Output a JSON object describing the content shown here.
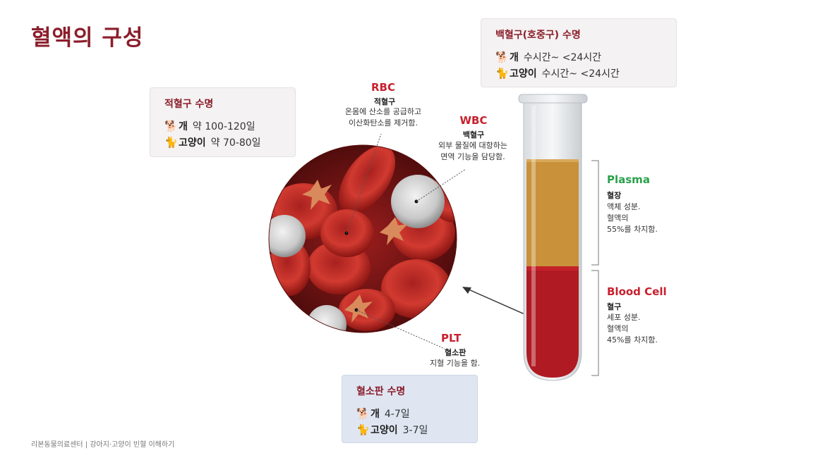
{
  "title": "혈액의 구성",
  "wbc_lifespan": {
    "title": "백혈구(호중구) 수명",
    "rows": [
      {
        "icon": "dog-icon",
        "species": "개",
        "value": "수시간~  <24시간"
      },
      {
        "icon": "cat-icon",
        "species": "고양이",
        "value": "수시간~  <24시간"
      }
    ]
  },
  "rbc_lifespan": {
    "title": "적혈구 수명",
    "rows": [
      {
        "icon": "dog-icon",
        "species": "개",
        "value": "약 100-120일"
      },
      {
        "icon": "cat-icon",
        "species": "고양이",
        "value": "약 70-80일"
      }
    ]
  },
  "plt_lifespan": {
    "title": "혈소판 수명",
    "rows": [
      {
        "icon": "dog-icon",
        "species": "개",
        "value": "4-7일"
      },
      {
        "icon": "cat-icon",
        "species": "고양이",
        "value": "3-7일"
      }
    ]
  },
  "labels": {
    "rbc": {
      "heading": "RBC",
      "korean": "적혈구",
      "desc1": "온몸에 산소를 공급하고",
      "desc2": "이산화탄소를 제거함."
    },
    "wbc": {
      "heading": "WBC",
      "korean": "백혈구",
      "desc1": "외부 물질에 대항하는",
      "desc2": "면역 기능을 담당함."
    },
    "plt": {
      "heading": "PLT",
      "korean": "혈소판",
      "desc1": "지혈 기능을 함."
    },
    "plasma": {
      "heading": "Plasma",
      "korean": "혈장",
      "desc1": "액체 성분.",
      "desc2": "혈액의",
      "desc3": "55%를 차지함."
    },
    "blood_cell": {
      "heading": "Blood Cell",
      "korean": "혈구",
      "desc1": "세포 성분.",
      "desc2": "혈액의",
      "desc3": "45%를 차지함."
    }
  },
  "colors": {
    "accent": "#8b1e2b",
    "rbc_red": "#c8202e",
    "plasma_green": "#2aa14a",
    "plasma_fill": "#c8913a",
    "cell_fill": "#b01a22"
  },
  "footer": "리본동물의료센터  |  강아지·고양이 빈혈 이해하기"
}
